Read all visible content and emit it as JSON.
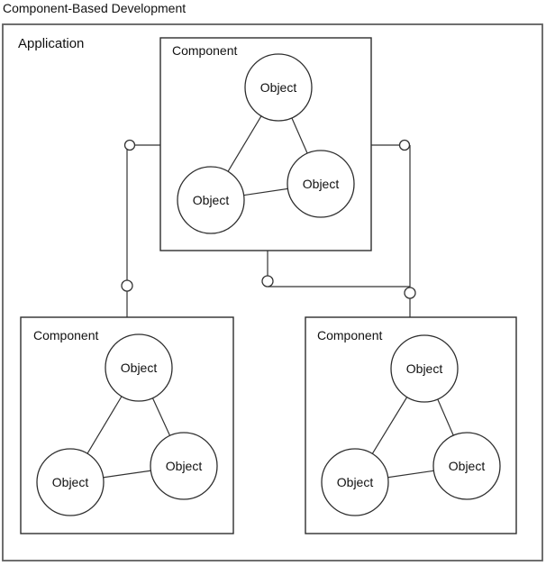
{
  "title": "Component-Based Development",
  "application": {
    "label": "Application"
  },
  "components": [
    {
      "id": "top",
      "label": "Component",
      "objects": [
        "Object",
        "Object",
        "Object"
      ]
    },
    {
      "id": "bottom-left",
      "label": "Component",
      "objects": [
        "Object",
        "Object",
        "Object"
      ]
    },
    {
      "id": "bottom-right",
      "label": "Component",
      "objects": [
        "Object",
        "Object",
        "Object"
      ]
    }
  ],
  "colors": {
    "background": "#ffffff",
    "app_border": "#5f5f5f",
    "component_border": "#2e2e2e",
    "line": "#333333",
    "text": "#111111"
  }
}
